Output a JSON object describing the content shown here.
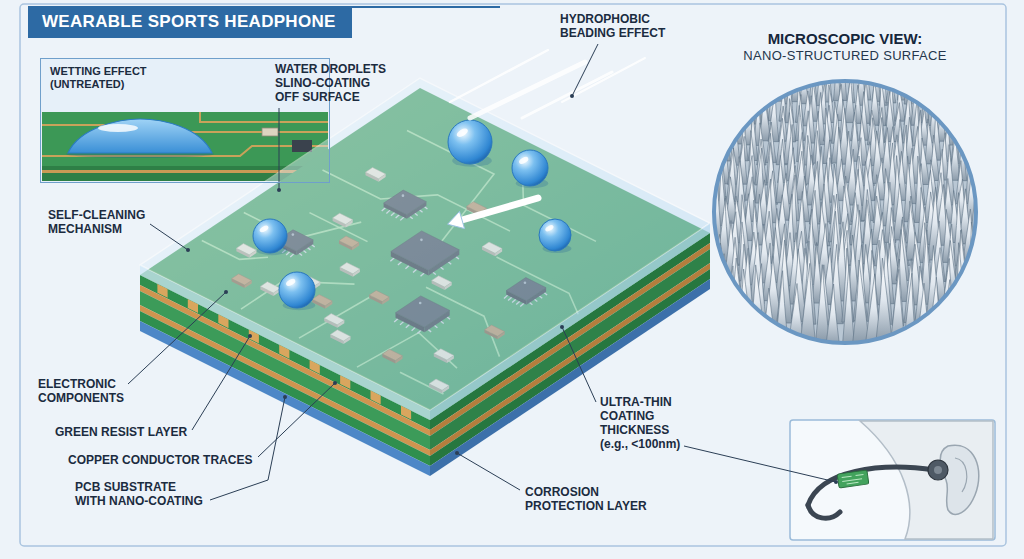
{
  "diagram": {
    "title": "WEARABLE SPORTS HEADPHONE",
    "nodes": [
      {
        "text": [
          "WETTING EFFECT (UNTREATED)"
        ]
      },
      {
        "text": [
          "MICROSCOPIC VIEW:",
          "NANO-STRUCTURED SURFACE"
        ]
      }
    ],
    "labels": [
      "HYDROPHOBIC BEADING EFFECT",
      "WATER DROPLETS SLINO-COATING OFF SURFACE",
      "SELF-CLEANING MECHANISM",
      "ELECTRONIC COMPONENTS",
      "ULTRA-THIN COATING THICKNESS (e.g., <100nm)",
      "GREEN RESIST LAYER",
      "COPPER CONDUCTOR TRACES",
      "CORROSION PROTECTION LAYER",
      "PCB SUBSTRATE WITH NANO-COATING"
    ]
  }
}
